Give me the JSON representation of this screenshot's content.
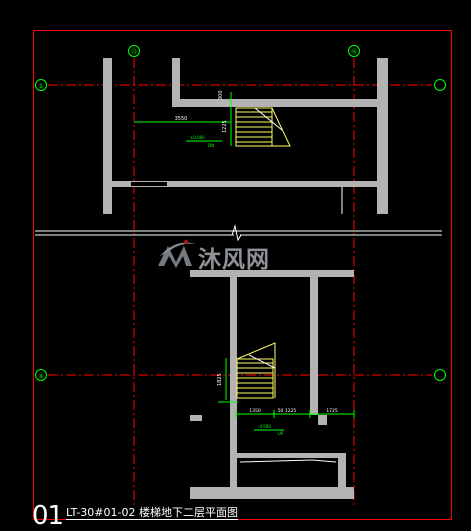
{
  "drawing": {
    "title_number": "01",
    "title_text": "LT-30#01-02 楼梯地下二层平面图",
    "watermark_text": "沐风网",
    "axis_labels": {
      "top_left": "⑬",
      "top_right": "⑯",
      "left_upper": "⑤",
      "left_lower": "④"
    },
    "dimensions": {
      "upper_vertical": "300",
      "upper_horizontal": "3550",
      "upper_step": "1225",
      "upper_level": "±0.000",
      "upper_dn": "DN",
      "lower_vertical": "1825",
      "lower_left": "1350",
      "lower_mid": "50 1225",
      "lower_right": "1725",
      "lower_level": "-4.500",
      "lower_up": "UP"
    },
    "colors": {
      "background": "#000000",
      "frame": "#ff0000",
      "axis_line": "#ff0000",
      "wall_fill": "#b3b3b3",
      "axis_bubble": "#00ff00",
      "dimension": "#00ff00",
      "stair_line": "#ffff66",
      "break_line": "#ffffff"
    }
  }
}
